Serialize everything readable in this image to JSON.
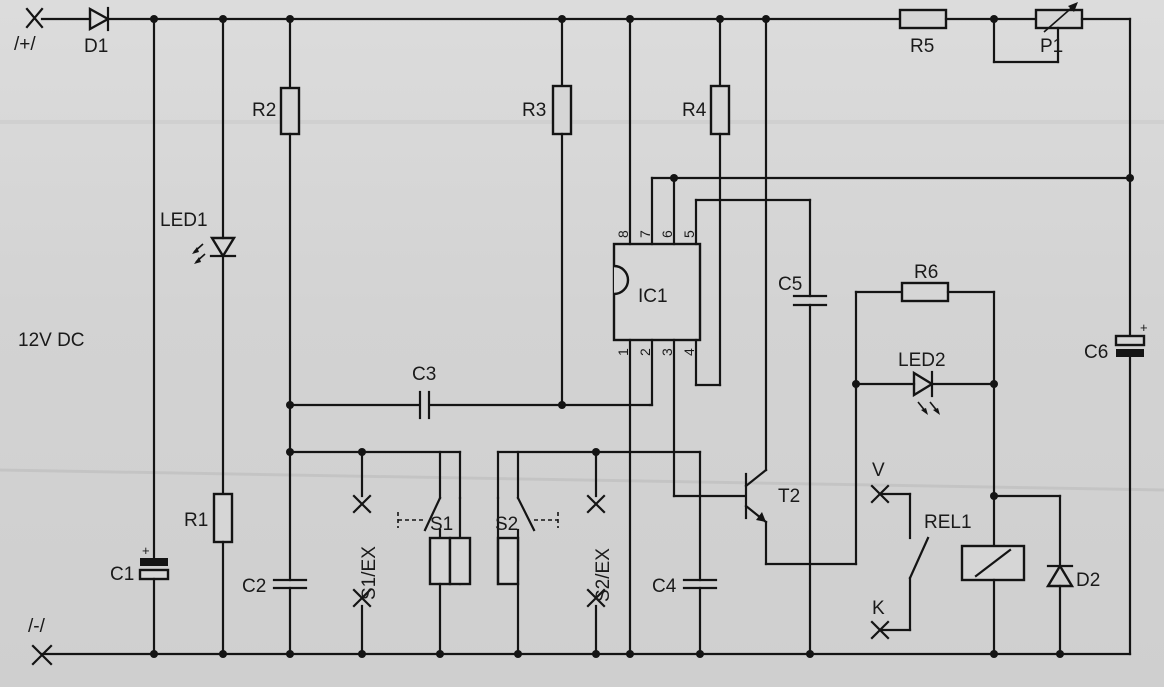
{
  "diagram": {
    "terminals": {
      "plus": "/+/",
      "minus": "/-/"
    },
    "supply_label": "12V DC",
    "components": {
      "d1": "D1",
      "d2": "D2",
      "r1": "R1",
      "r2": "R2",
      "r3": "R3",
      "r4": "R4",
      "r5": "R5",
      "r6": "R6",
      "p1": "P1",
      "c1": "C1",
      "c2": "C2",
      "c3": "C3",
      "c4": "C4",
      "c5": "C5",
      "c6": "C6",
      "led1": "LED1",
      "led2": "LED2",
      "ic1": "IC1",
      "t2": "T2",
      "rel1": "REL1",
      "s1": "S1",
      "s2": "S2",
      "s1ex": "S1/EX",
      "s2ex": "S2/EX",
      "v": "V",
      "k": "K"
    },
    "ic_pins_top": [
      "8",
      "7",
      "6",
      "5"
    ],
    "ic_pins_bottom": [
      "1",
      "2",
      "3",
      "4"
    ],
    "polarity": "+"
  }
}
